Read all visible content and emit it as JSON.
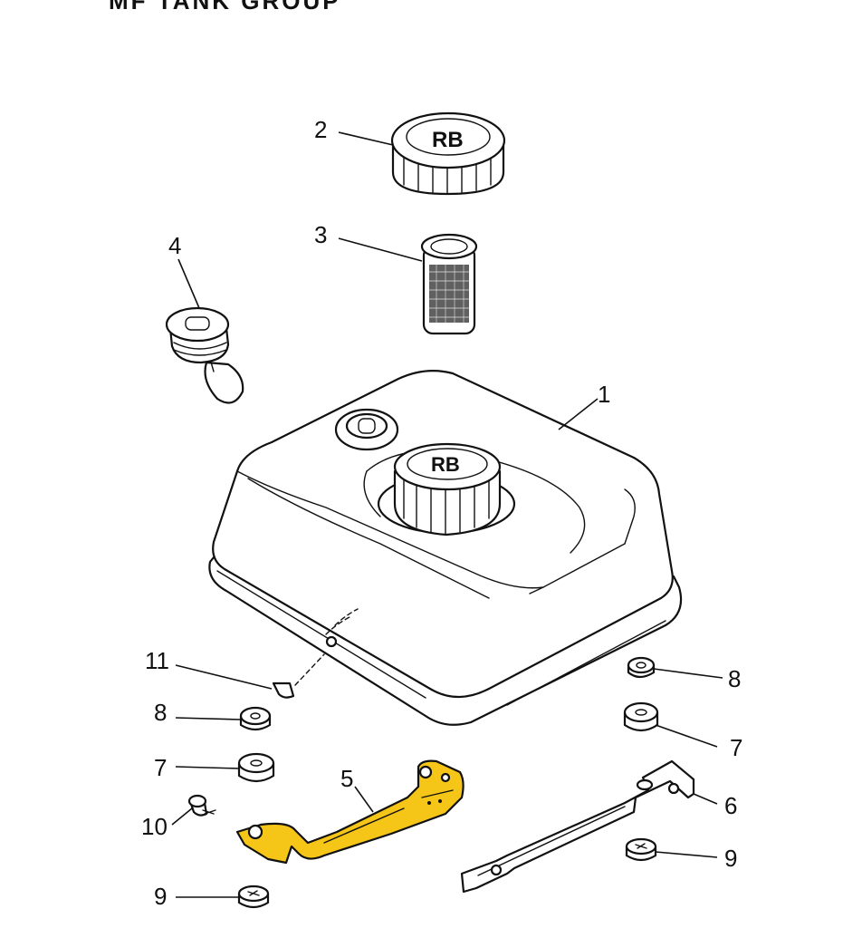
{
  "title": "MF TANK GROUP",
  "colors": {
    "line": "#111111",
    "highlight": "#f5c518",
    "background": "#ffffff"
  },
  "callouts": {
    "fuel_tank": "1",
    "fuel_cap": "2",
    "fuel_strainer": "3",
    "fuel_gauge": "4",
    "tank_bracket_left": "5",
    "tank_bracket_right": "6",
    "cushion_7_left": "7",
    "cushion_7_right": "7",
    "cushion_8_left": "8",
    "cushion_8_right": "8",
    "nut_9_left": "9",
    "nut_9_right": "9",
    "bolt_10": "10",
    "drain_11": "11"
  },
  "highlighted_part": "5"
}
